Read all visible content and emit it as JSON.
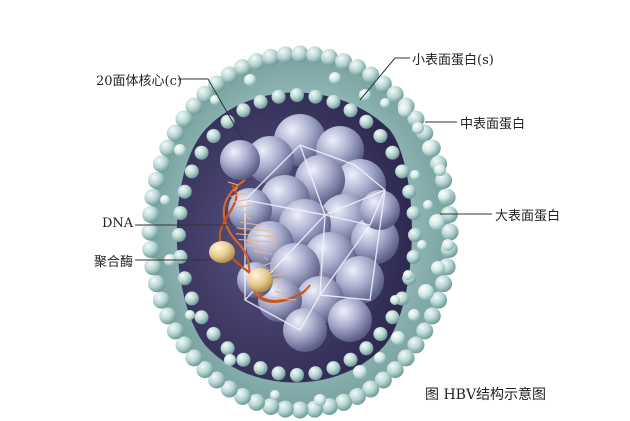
{
  "labels": {
    "icosahedral_core": "20面体核心(c)",
    "small_surface_protein": "小表面蛋白(s)",
    "middle_surface_protein": "中表面蛋白",
    "large_surface_protein": "大表面蛋白",
    "dna": "DNA",
    "polymerase": "聚合酶"
  },
  "caption": "图  HBV结构示意图",
  "colors": {
    "envelope": "#9fc3c2",
    "envelope_bead": "#c6dcd9",
    "capsid": "#aeb3cf",
    "capsid_dark": "#5d5d88",
    "interior": "#3b3560",
    "dna": "#d8652a",
    "polymerase": "#e7cf9a",
    "leader_line": "#333333"
  }
}
